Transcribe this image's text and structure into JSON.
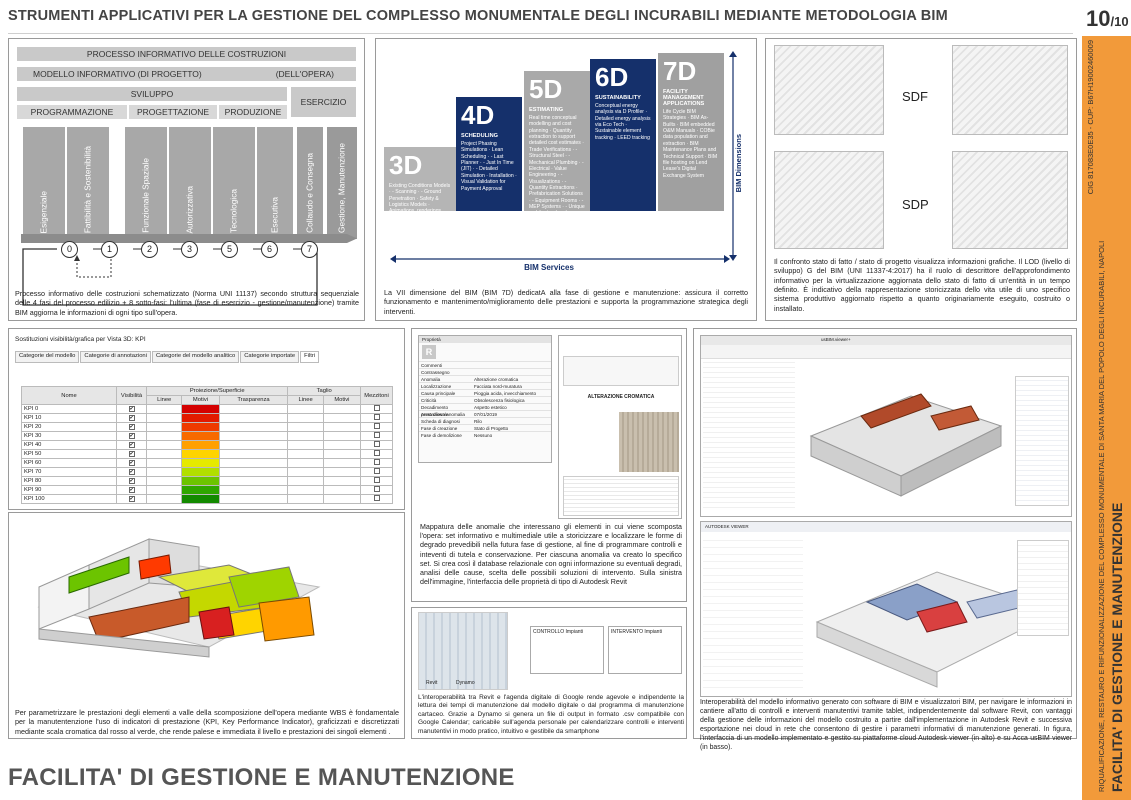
{
  "header": {
    "title": "STRUMENTI APPLICATIVI PER LA GESTIONE DEL COMPLESSO MONUMENTALE DEGLI INCURABILI MEDIANTE METODOLOGIA BIM",
    "page": "10",
    "page_total": "/10"
  },
  "side": {
    "cig": "CIG 817083E0E35 - CUP: B67H19002460009",
    "long": "RIQUALIFICAZIONE, RESTAURO E RIFUNZIONALIZZAZIONE DEL COMPLESSO MONUMENTALE DI SANTA MARIA DEL POPOLO DEGLI INCURABILI, NAPOLI",
    "big": "FACILITA' DI GESTIONE E MANUTENZIONE",
    "strip_color": "#f29a3a"
  },
  "process": {
    "top": "PROCESSO INFORMATIVO DELLE COSTRUZIONI",
    "model": "MODELLO INFORMATIVO (DI PROGETTO)",
    "opera": "(DELL'OPERA)",
    "sviluppo": "SVILUPPO",
    "esercizio": "ESERCIZIO",
    "programmazione": "PROGRAMMAZIONE",
    "progettazione": "PROGETTAZIONE",
    "produzione": "PRODUZIONE",
    "phases": [
      "Esigenziale",
      "Fattibilità e Sostenibilità",
      "Funzionale Spaziale",
      "Autorizzativa",
      "Tecnologica",
      "Esecutiva",
      "Collaudo e Consegna",
      "Gestione, Manutenzione"
    ],
    "steps": [
      "0",
      "1",
      "2",
      "3",
      "5",
      "6",
      "7"
    ],
    "caption": "Processo informativo delle costruzioni schematizzato (Norma UNI 11137) secondo struttura sequenziale delle 4 fasi del processo edilizio + 8 sotto-fasi: l'ultima (fase di esercizio - gestione/manutenzione) tramite BIM aggiorna le informazioni di ogni tipo sull'opera."
  },
  "bim": {
    "dimensions": [
      {
        "n": "3D",
        "h": "",
        "b": "Existing Conditions Models · - Scanning · - Ground Penetration · Safety & Logistics Models · Animations, renderings, walkthroughs · BIM driven prefabrication · Laser accurate BIM driven field layout",
        "color": "#b5b5b5"
      },
      {
        "n": "4D",
        "h": "SCHEDULING",
        "b": "Project Phasing Simulations · Lean Scheduling · - Last Planner · - Just In Time (JIT) · - Detailed Simulation · Installation · Visual Validation for Payment Approval",
        "color": "#15306b"
      },
      {
        "n": "5D",
        "h": "ESTIMATING",
        "b": "Real time conceptual modelling and cost planning · Quantity extraction to support detailed cost estimates · Trade Verifications · - Structural Steel · - Mechanical Plumbing · - Electrical · Value Engineering · - Visualizations · - Quantity Extractions · Prefabrication Solutions · - Equipment Rooms · - MEP Systems · - Unique architectural and structural elements",
        "color": "#a9a9a9"
      },
      {
        "n": "6D",
        "h": "SUSTAINABILITY",
        "b": "Conceptual energy analysis via D Profiler · Detailed energy analysis via Eco Tech · Sustainable element tracking · LEED tracking",
        "color": "#15306b"
      },
      {
        "n": "7D",
        "h": "FACILITY MANAGEMENT APPLICATIONS",
        "b": "Life Cycle BIM Strategies · BIM As-Builts · BIM embedded O&M Manuals · COBie data population and extraction · BIM Maintenance Plans and Technical Support · BIM file hosting on Lend Lease's Digital Exchange System",
        "color": "#a0a0a0"
      }
    ],
    "services": "BIM Services",
    "dimensions_label": "BIM Dimensions",
    "caption": "La VII dimensione del BIM (BIM 7D) dedicatA alla fase di gestione e manutenzione: assicura il corretto funzionamento e mantenimento/miglioramento delle prestazioni e supporta la programmazione strategica degli interventi."
  },
  "states": {
    "sdf": "SDF",
    "sdp": "SDP",
    "caption": "Il confronto stato di fatto / stato di progetto visualizza informazioni grafiche. Il LOD (livello di sviluppo) G del BIM (UNI 11337-4:2017) ha il ruolo di descrittore dell'approfondimento informativo per la virtualizzazione aggiornata dello stato di fatto di un'entità in un tempo definito. È indicativo della rappresentazione storicizzata dello vita utile di uno specifico sistema produttivo aggiornato rispetto a quanto originariamente eseguito, costruito o installato."
  },
  "kpi": {
    "window_title": "Sostituzioni visibilità/grafica per Vista 3D: KPI",
    "tabs": [
      "Categorie del modello",
      "Categorie di annotazioni",
      "Categorie del modello analitico",
      "Categorie importate",
      "Filtri"
    ],
    "headers": {
      "nome": "Nome",
      "vis": "Visibilità",
      "proiezione": "Proiezione/Superficie",
      "taglio": "Taglio",
      "mezzitoni": "Mezzitoni",
      "linee": "Linee",
      "motivi": "Motivi",
      "trasparenza": "Trasparenza"
    },
    "rows": [
      {
        "name": "KPI 0",
        "color": "#d40000"
      },
      {
        "name": "KPI 10",
        "color": "#e21a00"
      },
      {
        "name": "KPI 20",
        "color": "#ee3a00"
      },
      {
        "name": "KPI 30",
        "color": "#f76a00"
      },
      {
        "name": "KPI 40",
        "color": "#ffa000"
      },
      {
        "name": "KPI 50",
        "color": "#ffd400"
      },
      {
        "name": "KPI 60",
        "color": "#e6ea00"
      },
      {
        "name": "KPI 70",
        "color": "#b2df00"
      },
      {
        "name": "KPI 80",
        "color": "#6cc400"
      },
      {
        "name": "KPI 90",
        "color": "#2fa600"
      },
      {
        "name": "KPI 100",
        "color": "#138a00"
      }
    ],
    "check": "✔",
    "caption": "Per parametrizzare le prestazioni degli elementi a valle della scomposizione dell'opera mediante WBS è fondamentale per la manutentenzione l'uso di indicatori di prestazione (KPI, Key Performance Indicator), graficizzati e discretizzati mediante scala cromatica dal rosso al verde, che rende palese e immediata il livello e prestazioni dei singoli elementi ."
  },
  "anomaly": {
    "props_title": "Proprietà",
    "fields": [
      [
        "Commenti",
        ""
      ],
      [
        "Contrassegno",
        ""
      ],
      [
        "Anomalia",
        "Alterazione cromatica"
      ],
      [
        "Localizzazione",
        "Facciata nord-muratura"
      ],
      [
        "Causa principale",
        "Pioggia acida, invecchiamento"
      ],
      [
        "Criticità",
        "Obsolescenza fisiologica"
      ],
      [
        "Decadimento prestazionale",
        "Aspetto estetico"
      ],
      [
        "Anno rilievo anomalia",
        "07/01/2019"
      ],
      [
        "Scheda di diagnosi",
        "Rilo"
      ],
      [
        "Fase di creazione",
        "Stato di Progetto"
      ],
      [
        "Fase di demolizione",
        "Nessuno"
      ]
    ],
    "sheet_title": "ALTERAZIONE CROMATICA",
    "caption": "Mappatura delle anomalie che interessano gli elementi in cui viene scomposta l'opera: set informativo e multimediale utile a storicizzare e localizzare le forme di degrado prevedibili nella futura fase di gestione, al fine di programmare controlli e inteventi di tutela e conservazione. Per ciascuna anomalia va creato lo specifico set. Si crea così il database relazionale con ogni informazione su eventuali degradi, analisi delle cause, scelta delle possibili soluzioni di intervento. Sulla sinistra dell'immagine, l'interfaccia delle proprietà di tipo di Autodesk Revit"
  },
  "calendar": {
    "revit": "Revit",
    "dynamo": "Dynamo",
    "controllo": "CONTROLLO Impianti",
    "intervento": "INTERVENTO Impianti",
    "caption": "L'interoperabilità tra Revit e l'agenda digitale di Google rende agevole e indipendente la lettura dei tempi di manutenzione dal modello digitale o dal programma di manutenzione cartaceo. Grazie a Dynamo si genera un file di output in formato .csv compatibile con Google Calendar; caricabile sull'agenda personale per calendarizzare controlli e interventi manutentivi in modo pratico, intuitivo e gestibile da smartphone"
  },
  "viewers": {
    "app1": "usBIM.viewer+",
    "app2": "AUTODESK VIEWER",
    "caption": "Interoperabilità del modello informativo generato con software di BIM e visualizzatori BIM, per navigare le informazioni in cantiere all'atto di controlli e interventi manutentivi tramite tablet, indipendentemente dal software Revit, con vantaggi della gestione delle informazioni del modello costruito a partire dall'implementazione in Autodesk Revit e successiva esportazione nei cloud in rete che consentono di gestire i parametri informativi di manutenzione generati.  In figura, l'interfaccia di un modello implementato e gestito su piattaforme cloud Autodesk viewer (in alto) e su Acca usBIM viewer (in basso)."
  },
  "footer": {
    "title": "FACILITA' DI GESTIONE E MANUTENZIONE"
  }
}
